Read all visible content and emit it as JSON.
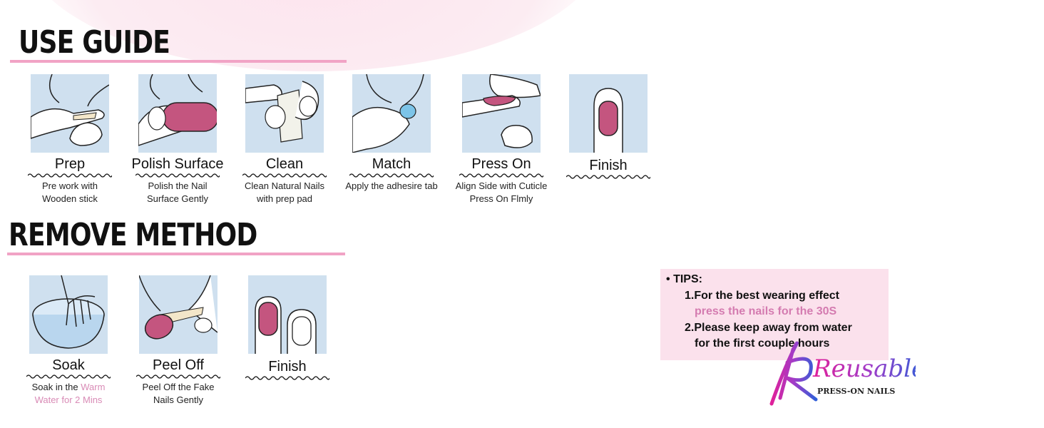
{
  "use_guide": {
    "title": "USE GUIDE",
    "steps": [
      {
        "title": "Prep",
        "desc_1": "Pre work with",
        "desc_2": "Wooden stick"
      },
      {
        "title": "Polish Surface",
        "desc_1": "Polish the Nail",
        "desc_2": "Surface Gently"
      },
      {
        "title": "Clean",
        "desc_1": "Clean Natural Nails",
        "desc_2": "with prep pad"
      },
      {
        "title": "Match",
        "desc_1": "Apply the adhesire tab"
      },
      {
        "title": "Press On",
        "desc_1": "Align Side with Cuticle",
        "desc_2": "Press On Flmly"
      },
      {
        "title": "Finish"
      }
    ]
  },
  "remove_method": {
    "title": "REMOVE METHOD",
    "steps": [
      {
        "title": "Soak",
        "desc_1a": "Soak in the ",
        "desc_1b": "Warm",
        "desc_2": "Water for 2 Mins"
      },
      {
        "title": "Peel Off",
        "desc_1": "Peel Off the Fake",
        "desc_2": "Nails Gently"
      },
      {
        "title": "Finish"
      }
    ]
  },
  "tips": {
    "heading": "TIPS:",
    "bullet": "•",
    "line_1": "1.For the best wearing effect",
    "line_2": "press the nails for the 30S",
    "line_3": "2.Please keep away from water",
    "line_4": "for the first couple hours"
  },
  "logo": {
    "script": "Reusable",
    "sub": "PRESS-ON NAILS"
  },
  "colors": {
    "accent_pink": "#f1a3c5",
    "nail_pink": "#c4557f",
    "tile_blue": "#cfe0ef",
    "tips_bg": "#fbe1ec"
  }
}
